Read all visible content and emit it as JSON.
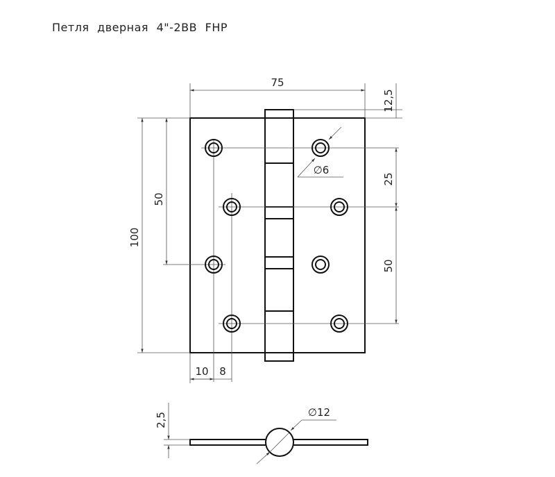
{
  "title": "Петля  дверная 4\"-2BB FHP",
  "dimensions": {
    "width": "75",
    "top_offset": "12,5",
    "hole_spacing_small": "25",
    "hole_spacing_right": "50",
    "height": "100",
    "hole_spacing_left": "50",
    "edge_offset": "10",
    "column_offset": "8",
    "hole_diameter": "∅6",
    "thickness": "2,5",
    "knuckle_diameter": "∅12"
  }
}
